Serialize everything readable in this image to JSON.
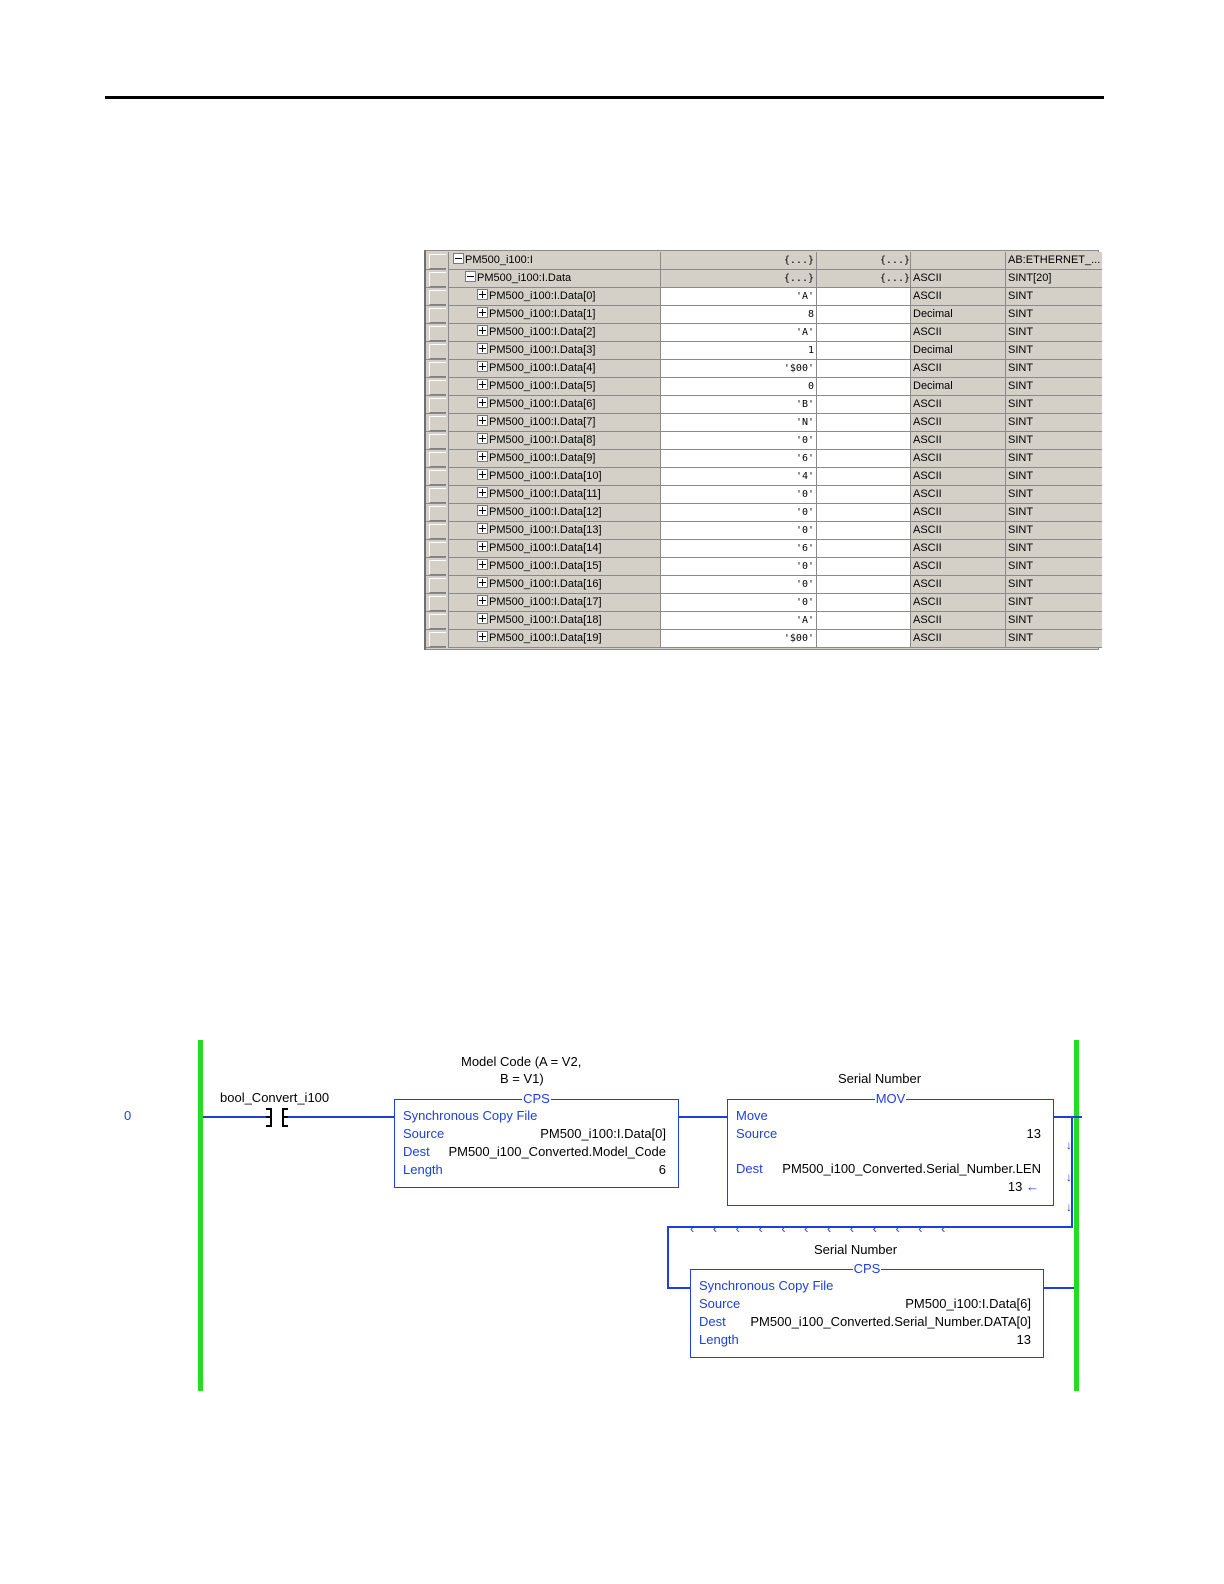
{
  "tag_monitor": {
    "rows": [
      {
        "name": "PM500_i100:I",
        "indent": 0,
        "expander": "minus",
        "value": "{...}",
        "force": "{...}",
        "style": "",
        "type": "AB:ETHERNET_..."
      },
      {
        "name": "PM500_i100:I.Data",
        "indent": 1,
        "expander": "minus",
        "value": "{...}",
        "force": "{...}",
        "style": "ASCII",
        "type": "SINT[20]"
      },
      {
        "name": "PM500_i100:I.Data[0]",
        "indent": 2,
        "expander": "plus",
        "value": "'A'",
        "force": "",
        "style": "ASCII",
        "type": "SINT"
      },
      {
        "name": "PM500_i100:I.Data[1]",
        "indent": 2,
        "expander": "plus",
        "value": "8",
        "force": "",
        "style": "Decimal",
        "type": "SINT"
      },
      {
        "name": "PM500_i100:I.Data[2]",
        "indent": 2,
        "expander": "plus",
        "value": "'A'",
        "force": "",
        "style": "ASCII",
        "type": "SINT"
      },
      {
        "name": "PM500_i100:I.Data[3]",
        "indent": 2,
        "expander": "plus",
        "value": "1",
        "force": "",
        "style": "Decimal",
        "type": "SINT"
      },
      {
        "name": "PM500_i100:I.Data[4]",
        "indent": 2,
        "expander": "plus",
        "value": "'$00'",
        "force": "",
        "style": "ASCII",
        "type": "SINT"
      },
      {
        "name": "PM500_i100:I.Data[5]",
        "indent": 2,
        "expander": "plus",
        "value": "0",
        "force": "",
        "style": "Decimal",
        "type": "SINT"
      },
      {
        "name": "PM500_i100:I.Data[6]",
        "indent": 2,
        "expander": "plus",
        "value": "'B'",
        "force": "",
        "style": "ASCII",
        "type": "SINT"
      },
      {
        "name": "PM500_i100:I.Data[7]",
        "indent": 2,
        "expander": "plus",
        "value": "'N'",
        "force": "",
        "style": "ASCII",
        "type": "SINT"
      },
      {
        "name": "PM500_i100:I.Data[8]",
        "indent": 2,
        "expander": "plus",
        "value": "'0'",
        "force": "",
        "style": "ASCII",
        "type": "SINT"
      },
      {
        "name": "PM500_i100:I.Data[9]",
        "indent": 2,
        "expander": "plus",
        "value": "'6'",
        "force": "",
        "style": "ASCII",
        "type": "SINT"
      },
      {
        "name": "PM500_i100:I.Data[10]",
        "indent": 2,
        "expander": "plus",
        "value": "'4'",
        "force": "",
        "style": "ASCII",
        "type": "SINT"
      },
      {
        "name": "PM500_i100:I.Data[11]",
        "indent": 2,
        "expander": "plus",
        "value": "'0'",
        "force": "",
        "style": "ASCII",
        "type": "SINT"
      },
      {
        "name": "PM500_i100:I.Data[12]",
        "indent": 2,
        "expander": "plus",
        "value": "'0'",
        "force": "",
        "style": "ASCII",
        "type": "SINT"
      },
      {
        "name": "PM500_i100:I.Data[13]",
        "indent": 2,
        "expander": "plus",
        "value": "'0'",
        "force": "",
        "style": "ASCII",
        "type": "SINT"
      },
      {
        "name": "PM500_i100:I.Data[14]",
        "indent": 2,
        "expander": "plus",
        "value": "'6'",
        "force": "",
        "style": "ASCII",
        "type": "SINT"
      },
      {
        "name": "PM500_i100:I.Data[15]",
        "indent": 2,
        "expander": "plus",
        "value": "'0'",
        "force": "",
        "style": "ASCII",
        "type": "SINT"
      },
      {
        "name": "PM500_i100:I.Data[16]",
        "indent": 2,
        "expander": "plus",
        "value": "'0'",
        "force": "",
        "style": "ASCII",
        "type": "SINT"
      },
      {
        "name": "PM500_i100:I.Data[17]",
        "indent": 2,
        "expander": "plus",
        "value": "'0'",
        "force": "",
        "style": "ASCII",
        "type": "SINT"
      },
      {
        "name": "PM500_i100:I.Data[18]",
        "indent": 2,
        "expander": "plus",
        "value": "'A'",
        "force": "",
        "style": "ASCII",
        "type": "SINT"
      },
      {
        "name": "PM500_i100:I.Data[19]",
        "indent": 2,
        "expander": "plus",
        "value": "'$00'",
        "force": "",
        "style": "ASCII",
        "type": "SINT"
      }
    ]
  },
  "ladder": {
    "rung_number": "0",
    "contact_tag": "bool_Convert_i100",
    "cps1": {
      "comment_line1": "Model Code (A = V2,",
      "comment_line2": "B = V1)",
      "code": "CPS",
      "title": "Synchronous Copy File",
      "source_label": "Source",
      "source_value": "PM500_i100:I.Data[0]",
      "dest_label": "Dest",
      "dest_value": "PM500_i100_Converted.Model_Code",
      "length_label": "Length",
      "length_value": "6"
    },
    "mov": {
      "comment": "Serial Number",
      "code": "MOV",
      "title": "Move",
      "source_label": "Source",
      "source_value": "13",
      "dest_label": "Dest",
      "dest_value": "PM500_i100_Converted.Serial_Number.LEN",
      "dest_live_value": "13"
    },
    "cps2": {
      "comment": "Serial Number",
      "code": "CPS",
      "title": "Synchronous Copy File",
      "source_label": "Source",
      "source_value": "PM500_i100:I.Data[6]",
      "dest_label": "Dest",
      "dest_value": "PM500_i100_Converted.Serial_Number.DATA[0]",
      "length_label": "Length",
      "length_value": "13"
    },
    "colors": {
      "wire": "#1f3fdc",
      "rail": "#22dd22"
    }
  }
}
